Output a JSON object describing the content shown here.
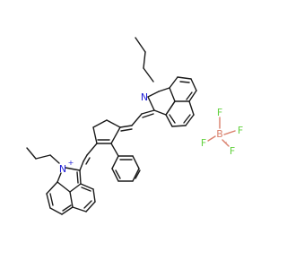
{
  "colors": {
    "bond": "#1a1a1a",
    "nitrogen": "#1f1fd6",
    "boron": "#d97f6b",
    "fluorine": "#63d13f",
    "background": "#ffffff"
  },
  "atoms": {
    "n_top": "N",
    "n_bottom": "N",
    "n_bottom_charge": "+",
    "boron": "B",
    "boron_charge": "-",
    "f1": "F",
    "f2": "F",
    "f3": "F",
    "f4": "F"
  }
}
